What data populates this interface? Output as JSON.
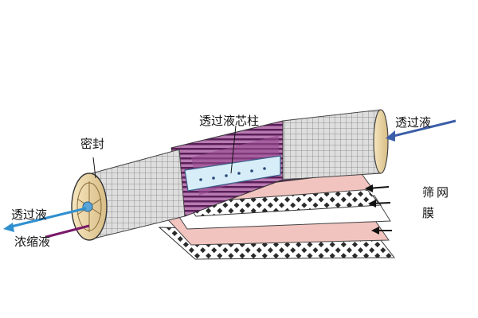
{
  "labels": {
    "permeate_core": "透过液芯柱",
    "seal": "密封",
    "permeate_in": "透过液",
    "permeate_out": "透过液",
    "concentrate": "浓缩液",
    "mesh": "筛",
    "net": "网",
    "membrane": "膜"
  },
  "colors": {
    "permeate_arrow": "#3b5ea8",
    "concentrate_arrow": "#7a1a6a",
    "outlet_arrow": "#2f8fcf",
    "membrane_purple": "#6a2a6a",
    "membrane_pink": "#f2c4bf",
    "tape_gray": "#cfcfcf"
  },
  "icons": [
    "arrow-left-icon",
    "grid-tape-icon",
    "end-cap-icon"
  ]
}
